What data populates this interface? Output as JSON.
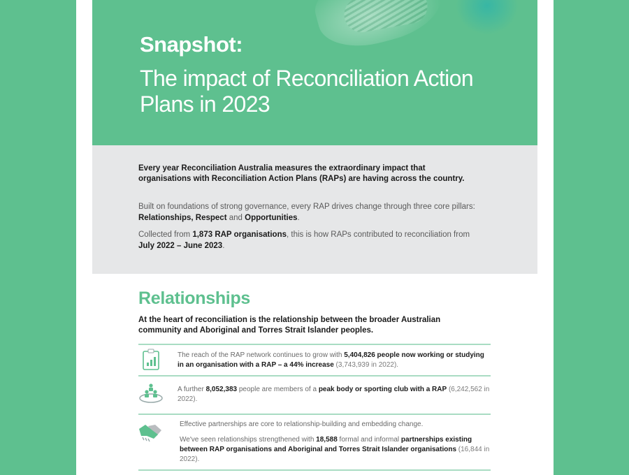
{
  "hero": {
    "kicker": "Snapshot:",
    "title": "The impact of Reconciliation Action Plans in 2023",
    "bg_color": "#5ec08f"
  },
  "intro": {
    "lead": "Every year Reconciliation Australia measures the extraordinary impact that organisations with Reconciliation Action Plans (RAPs) are having across the country.",
    "p1": {
      "pre": "Built on foundations of strong governance, every RAP drives change through three core pillars: ",
      "bold1": "Relationships, Respect",
      "mid": " and ",
      "bold2": "Opportunities",
      "post": "."
    },
    "p2": {
      "pre": "Collected from ",
      "bold1": "1,873 RAP organisations",
      "mid": ", this is how RAPs contributed to reconciliation from ",
      "bold2": "July 2022 – June 2023",
      "post": "."
    }
  },
  "relationships": {
    "title": "Relationships",
    "subtitle": "At the heart of reconciliation is the relationship between the broader Australian community and Aboriginal and Torres Strait Islander peoples.",
    "accent_color": "#5ec08f",
    "stats": [
      {
        "icon": "clipboard-chart-icon",
        "pre": "The reach of the RAP network continues to grow with ",
        "bold": "5,404,826 people now working or studying in an organisation with a RAP – a 44% increase",
        "post": " (3,743,939 in 2022)."
      },
      {
        "icon": "people-group-icon",
        "pre": "A further ",
        "bold1": "8,052,383",
        "mid": " people are members of a ",
        "bold2": "peak body or sporting club with a RAP",
        "post": " (6,242,562 in 2022)."
      },
      {
        "icon": "handshake-icon",
        "line1": "Effective partnerships are core to relationship-building and embedding change.",
        "pre": "We've seen relationships strengthened with ",
        "bold1": "18,588",
        "mid": " formal and informal ",
        "bold2": "partnerships existing between RAP organisations and Aboriginal and Torres Strait Islander organisations",
        "post": " (16,844 in 2022)."
      }
    ]
  }
}
